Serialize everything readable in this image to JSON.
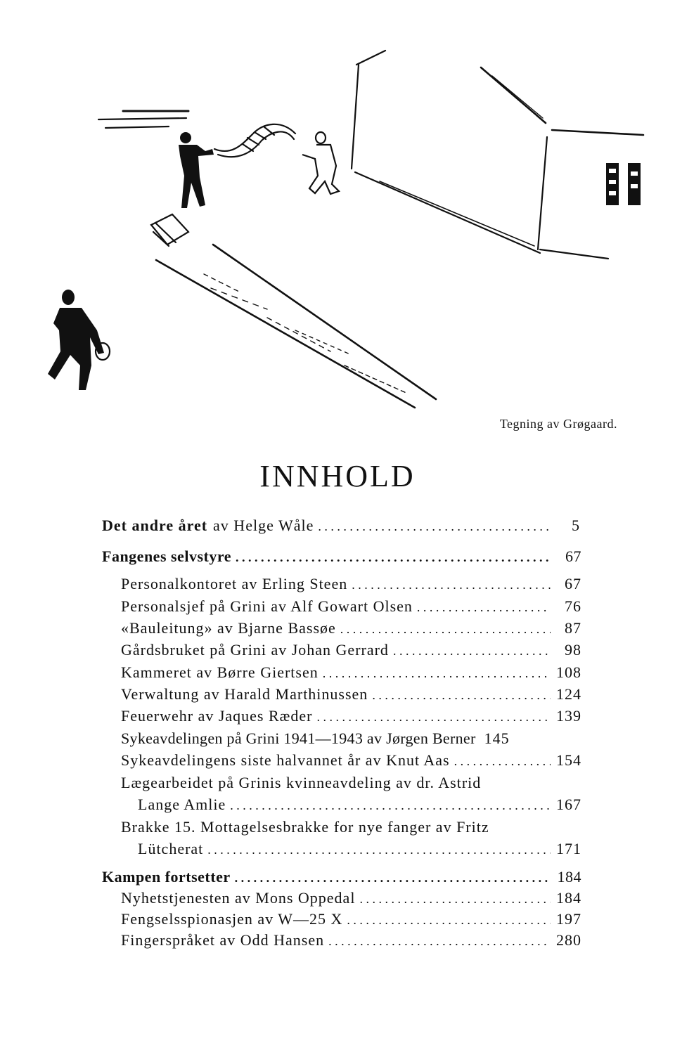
{
  "caption": "Tegning av Grøgaard.",
  "heading": "INNHOLD",
  "toc": {
    "e1": {
      "title": "Det andre året",
      "author": "av Helge Wåle",
      "page": "5"
    },
    "e2": {
      "title": "Fangenes selvstyre",
      "page": "67"
    },
    "e3": {
      "text": "Personalkontoret av Erling Steen",
      "page": "67"
    },
    "e4": {
      "text": "Personalsjef på Grini av Alf Gowart Olsen",
      "page": "76"
    },
    "e5": {
      "text": "«Bauleitung» av Bjarne Bassøe",
      "page": "87"
    },
    "e6": {
      "text": "Gårdsbruket på Grini av Johan Gerrard",
      "page": "98"
    },
    "e7": {
      "text": "Kammeret av Børre Giertsen",
      "page": "108"
    },
    "e8": {
      "text": "Verwaltung av Harald Marthinussen",
      "page": "124"
    },
    "e9": {
      "text": "Feuerwehr av Jaques Ræder",
      "page": "139"
    },
    "e10": {
      "text": "Sykeavdelingen på Grini 1941—1943 av Jørgen Berner",
      "page": "145"
    },
    "e11": {
      "text": "Sykeavdelingens siste halvannet år av Knut Aas",
      "page": "154"
    },
    "e12": {
      "line1": "Lægearbeidet på Grinis kvinneavdeling av dr. Astrid",
      "line2": "Lange Amlie",
      "page": "167"
    },
    "e13": {
      "line1": "Brakke 15. Mottagelsesbrakke for nye fanger av Fritz",
      "line2": "Lütcherat",
      "page": "171"
    },
    "e14": {
      "title": "Kampen fortsetter",
      "page": "184"
    },
    "e15": {
      "text": "Nyhetstjenesten av Mons Oppedal",
      "page": "184"
    },
    "e16": {
      "text": "Fengselsspionasjen av W—25 X",
      "page": "197"
    },
    "e17": {
      "text": "Fingerspråket av Odd Hansen",
      "page": "280"
    }
  }
}
